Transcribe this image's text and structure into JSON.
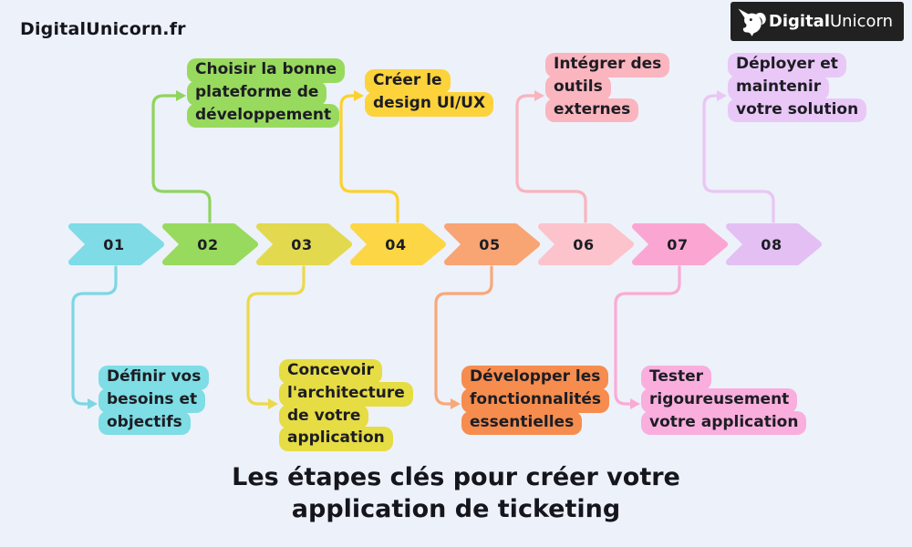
{
  "page": {
    "background": "#edf1fa",
    "text_color": "#1d1d23"
  },
  "header": {
    "site_url": "DigitalUnicorn.fr",
    "badge": {
      "background": "#212121",
      "brand_bold": "Digital",
      "brand_regular": "Unicorn",
      "icon": "unicorn-icon"
    }
  },
  "title": {
    "line1": "Les étapes clés pour créer votre",
    "line2": "application de ticketing"
  },
  "steps": [
    {
      "number": "01",
      "position": "below",
      "lines": [
        "Définir vos",
        "besoins et",
        "objectifs"
      ],
      "chevron_color": "#7fdbe5",
      "label_color": "#7edde5",
      "connector_color": "#7cd7e3"
    },
    {
      "number": "02",
      "position": "above",
      "lines": [
        "Choisir la bonne",
        "plateforme de",
        "développement"
      ],
      "chevron_color": "#98da5e",
      "label_color": "#98da5e",
      "connector_color": "#8fd45c"
    },
    {
      "number": "03",
      "position": "below",
      "lines": [
        "Concevoir",
        "l'architecture",
        "de votre",
        "application"
      ],
      "chevron_color": "#e2d94f",
      "label_color": "#e6dc43",
      "connector_color": "#ecd94a"
    },
    {
      "number": "04",
      "position": "above",
      "lines": [
        "Créer le",
        "design UI/UX"
      ],
      "chevron_color": "#fcd645",
      "label_color": "#fdd33c",
      "connector_color": "#fcd12d"
    },
    {
      "number": "05",
      "position": "below",
      "lines": [
        "Développer les",
        "fonctionnalités",
        "essentielles"
      ],
      "chevron_color": "#f8a473",
      "label_color": "#f68c4e",
      "connector_color": "#f9a87a"
    },
    {
      "number": "06",
      "position": "above",
      "lines": [
        "Intégrer des",
        "outils",
        "externes"
      ],
      "chevron_color": "#fcc3cd",
      "label_color": "#fab5bf",
      "connector_color": "#f9b4be"
    },
    {
      "number": "07",
      "position": "below",
      "lines": [
        "Tester",
        "rigoureusement",
        "votre application"
      ],
      "chevron_color": "#fba6d2",
      "label_color": "#f9aedd",
      "connector_color": "#fbaad4"
    },
    {
      "number": "08",
      "position": "above",
      "lines": [
        "Déployer et",
        "maintenir",
        "votre solution"
      ],
      "chevron_color": "#e3bff3",
      "label_color": "#e9c8f8",
      "connector_color": "#e9c6f4"
    }
  ]
}
